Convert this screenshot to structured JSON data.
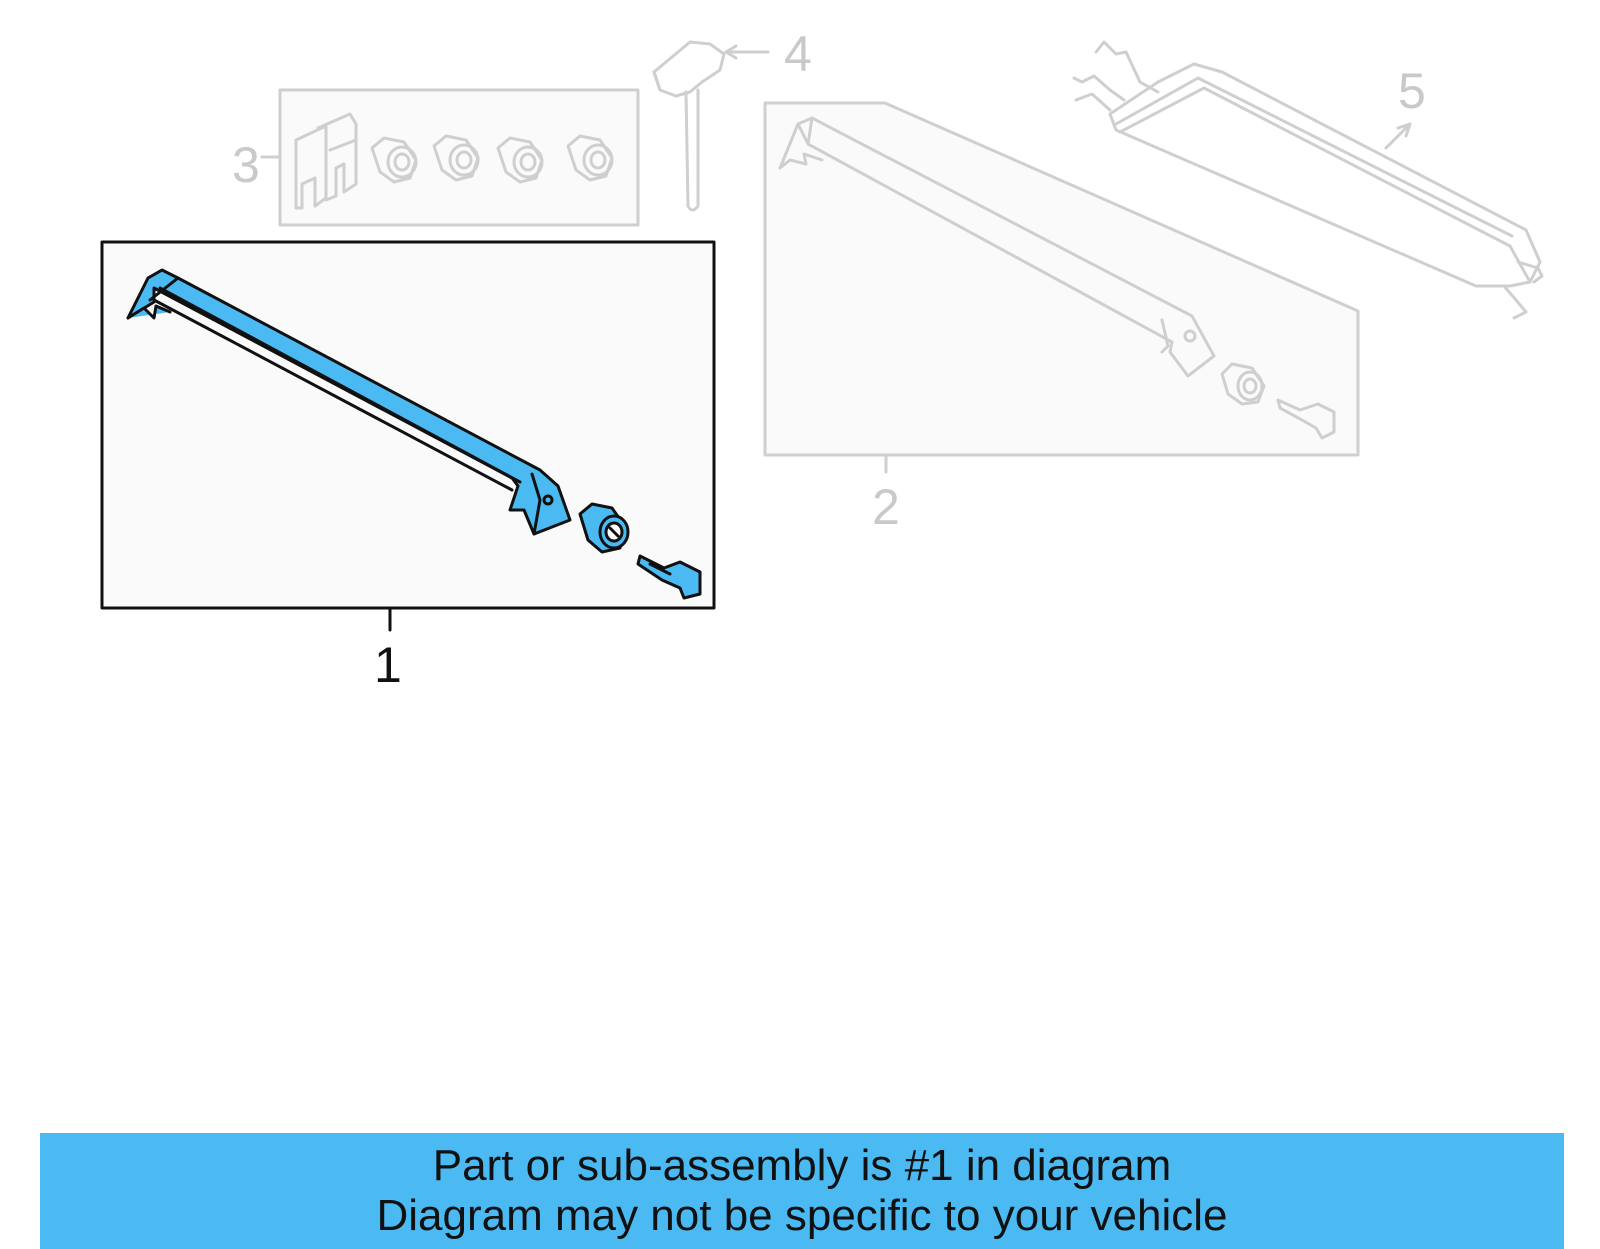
{
  "diagram": {
    "callouts": [
      {
        "number": "1",
        "state": "highlighted"
      },
      {
        "number": "2",
        "state": "muted"
      },
      {
        "number": "3",
        "state": "muted"
      },
      {
        "number": "4",
        "state": "muted"
      },
      {
        "number": "5",
        "state": "muted"
      }
    ]
  },
  "banner": {
    "line1": "Part or sub-assembly is #1 in diagram",
    "line2": "Diagram may not be specific to your vehicle"
  },
  "colors": {
    "highlight": "#4bb9f2",
    "muted": "#c9c9c9",
    "outline": "#111111",
    "banner": "#4bb9f2"
  }
}
